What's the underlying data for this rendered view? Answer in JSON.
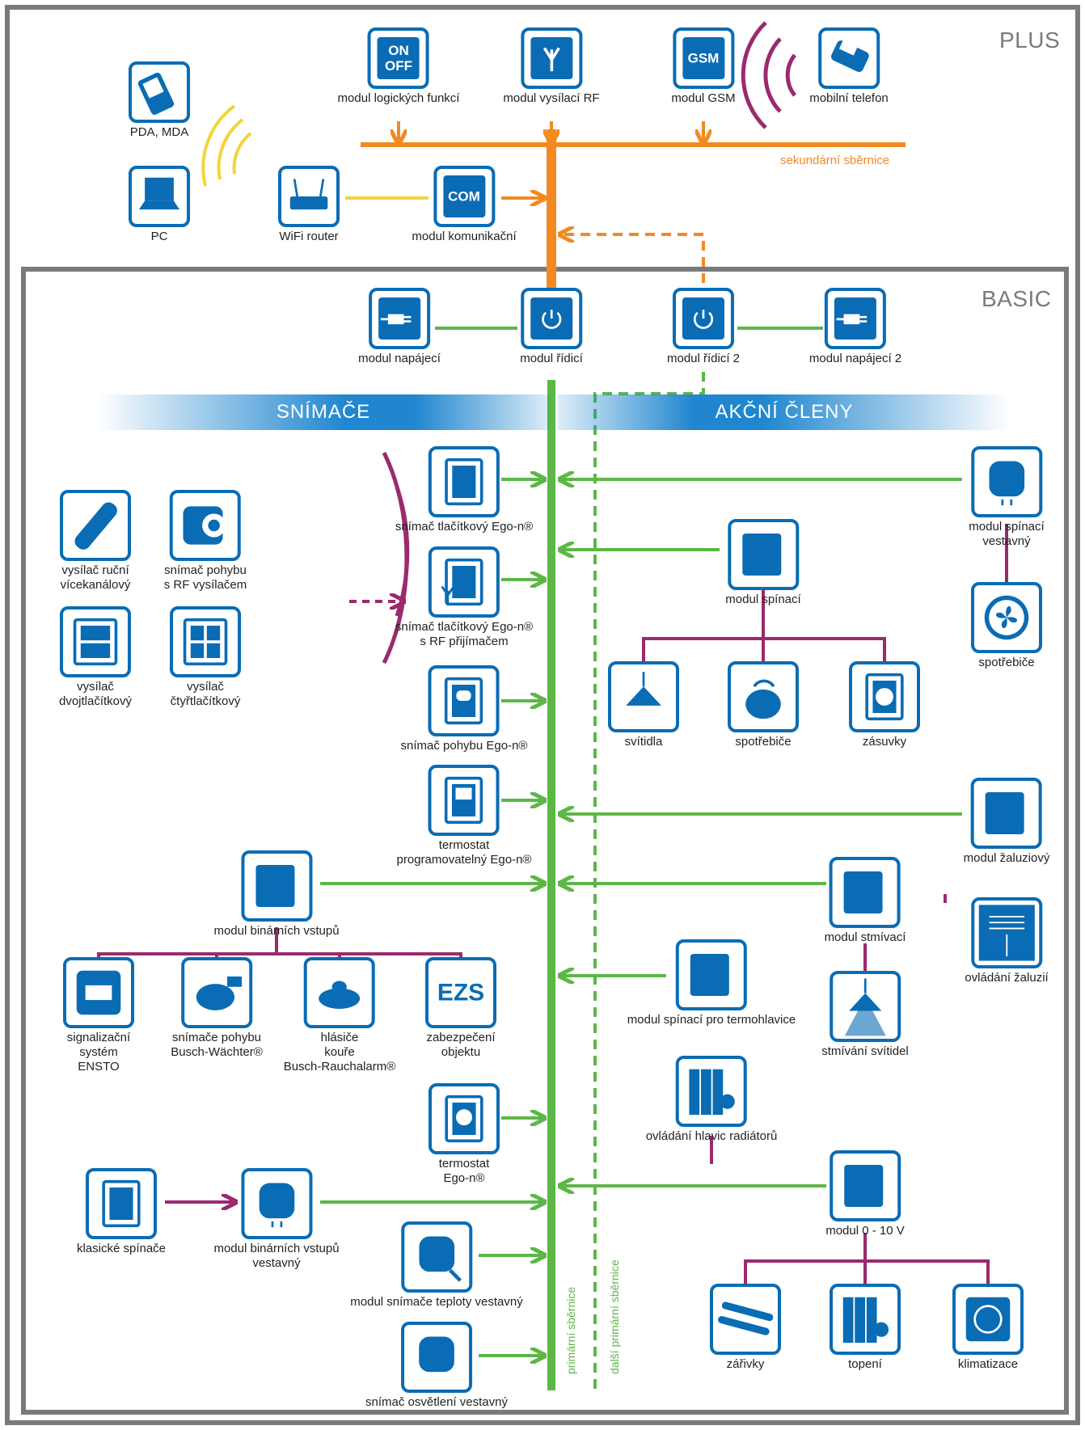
{
  "zones": {
    "plus": "PLUS",
    "basic": "BASIC"
  },
  "bands": {
    "sensors": "SNÍMAČE",
    "actuators": "AKČNÍ ČLENY"
  },
  "bus_labels": {
    "secondary": "sekundární sběrnice",
    "primary": "primární sběrnice",
    "primary2": "další primární sběrnice"
  },
  "icons": {
    "on_off": "ON\nOFF",
    "gsm": "GSM",
    "com": "COM",
    "ezs": "EZS"
  },
  "plus_nodes": {
    "logic": "modul logických funkcí",
    "rf_tx": "modul vysílací RF",
    "gsm": "modul GSM",
    "phone": "mobilní telefon",
    "pda": "PDA, MDA",
    "pc": "PC",
    "wifi": "WiFi router",
    "com": "modul komunikační"
  },
  "basic_top": {
    "psu": "modul napájecí",
    "ctrl": "modul řídicí",
    "ctrl2": "modul řídicí 2",
    "psu2": "modul napájecí 2"
  },
  "sensors": {
    "btn": "snímač tlačítkový Ego-n®",
    "btn_rf": "snímač tlačítkový Ego-n®\ns RF přijímačem",
    "motion": "snímač pohybu Ego-n®",
    "thermo_prog": "termostat\nprogramovatelný Ego-n®",
    "binary": "modul binárních vstupů",
    "thermo": "termostat\nEgo-n®",
    "binary_flush": "modul binárních vstupů\nvestavný",
    "temp_flush": "modul snímače teploty vestavný",
    "light_flush": "snímač osvětlení vestavný",
    "classic": "klasické spínače",
    "remote": "vysílač ruční\nvícekanálový",
    "motion_rf": "snímač pohybu\ns RF vysílačem",
    "two_btn": "vysílač\ndvojtlačítkový",
    "four_btn": "vysílač\nčtyřtlačítkový",
    "ensto": "signalizační\nsystém\nENSTO",
    "busch_w": "snímače pohybu\nBusch-Wächter®",
    "smoke": "hlásiče\nkouře\nBusch-Rauchalarm®",
    "ezs": "zabezpečení\nobjektu"
  },
  "actuators": {
    "switch_flush": "modul spínací\nvestavný",
    "appliances_r": "spotřebiče",
    "switch": "modul spínací",
    "lights": "svítidla",
    "appliances": "spotřebiče",
    "sockets": "zásuvky",
    "blinds": "modul žaluziový",
    "blinds_ctrl": "ovládání žaluzií",
    "dimmer": "modul stmívací",
    "dimming": "stmívání svítidel",
    "thermo_switch": "modul spínací pro termohlavice",
    "radiator": "ovládání hlavic radiátorů",
    "m010": "modul 0 - 10 V",
    "fluor": "zářivky",
    "heating": "topení",
    "ac": "klimatizace"
  },
  "colors": {
    "blue": "#0a6cb4",
    "orange": "#f28a21",
    "green": "#5cb746",
    "purple": "#9b2a6e",
    "yellow": "#f2d43a",
    "frame": "#7a7a7a"
  }
}
